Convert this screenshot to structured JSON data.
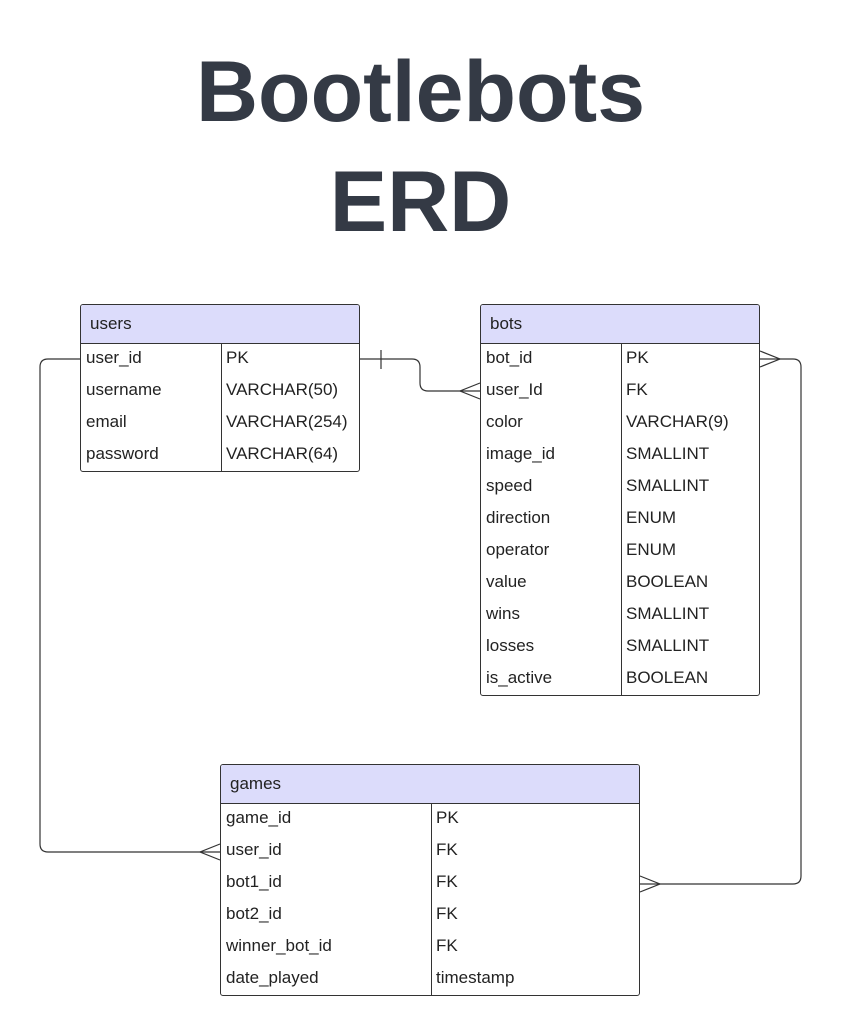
{
  "title": {
    "line1": "Bootlebots",
    "line2": "ERD"
  },
  "entities": {
    "users": {
      "name": "users",
      "rows": [
        {
          "field": "user_id",
          "type": "PK"
        },
        {
          "field": "username",
          "type": "VARCHAR(50)"
        },
        {
          "field": "email",
          "type": "VARCHAR(254)"
        },
        {
          "field": "password",
          "type": "VARCHAR(64)"
        }
      ]
    },
    "bots": {
      "name": "bots",
      "rows": [
        {
          "field": "bot_id",
          "type": "PK"
        },
        {
          "field": "user_Id",
          "type": "FK"
        },
        {
          "field": "color",
          "type": "VARCHAR(9)"
        },
        {
          "field": "image_id",
          "type": "SMALLINT"
        },
        {
          "field": "speed",
          "type": "SMALLINT"
        },
        {
          "field": "direction",
          "type": "ENUM"
        },
        {
          "field": "operator",
          "type": "ENUM"
        },
        {
          "field": "value",
          "type": "BOOLEAN"
        },
        {
          "field": "wins",
          "type": "SMALLINT"
        },
        {
          "field": "losses",
          "type": "SMALLINT"
        },
        {
          "field": "is_active",
          "type": "BOOLEAN"
        }
      ]
    },
    "games": {
      "name": "games",
      "rows": [
        {
          "field": "game_id",
          "type": "PK"
        },
        {
          "field": "user_id",
          "type": "FK"
        },
        {
          "field": "bot1_id",
          "type": "FK"
        },
        {
          "field": "bot2_id",
          "type": "FK"
        },
        {
          "field": "winner_bot_id",
          "type": "FK"
        },
        {
          "field": "date_played",
          "type": "timestamp"
        }
      ]
    }
  },
  "relationships": [
    {
      "from": "users.user_id",
      "to": "bots.user_Id",
      "from_cardinality": "one",
      "to_cardinality": "many"
    },
    {
      "from": "users.user_id",
      "to": "games.user_id",
      "from_cardinality": "none",
      "to_cardinality": "many"
    },
    {
      "from": "bots.bot_id",
      "to": "games.bot1_id",
      "from_cardinality": "many",
      "to_cardinality": "many"
    }
  ],
  "colors": {
    "title": "#343a45",
    "header_fill": "#dcdcfb",
    "line": "#333333"
  }
}
